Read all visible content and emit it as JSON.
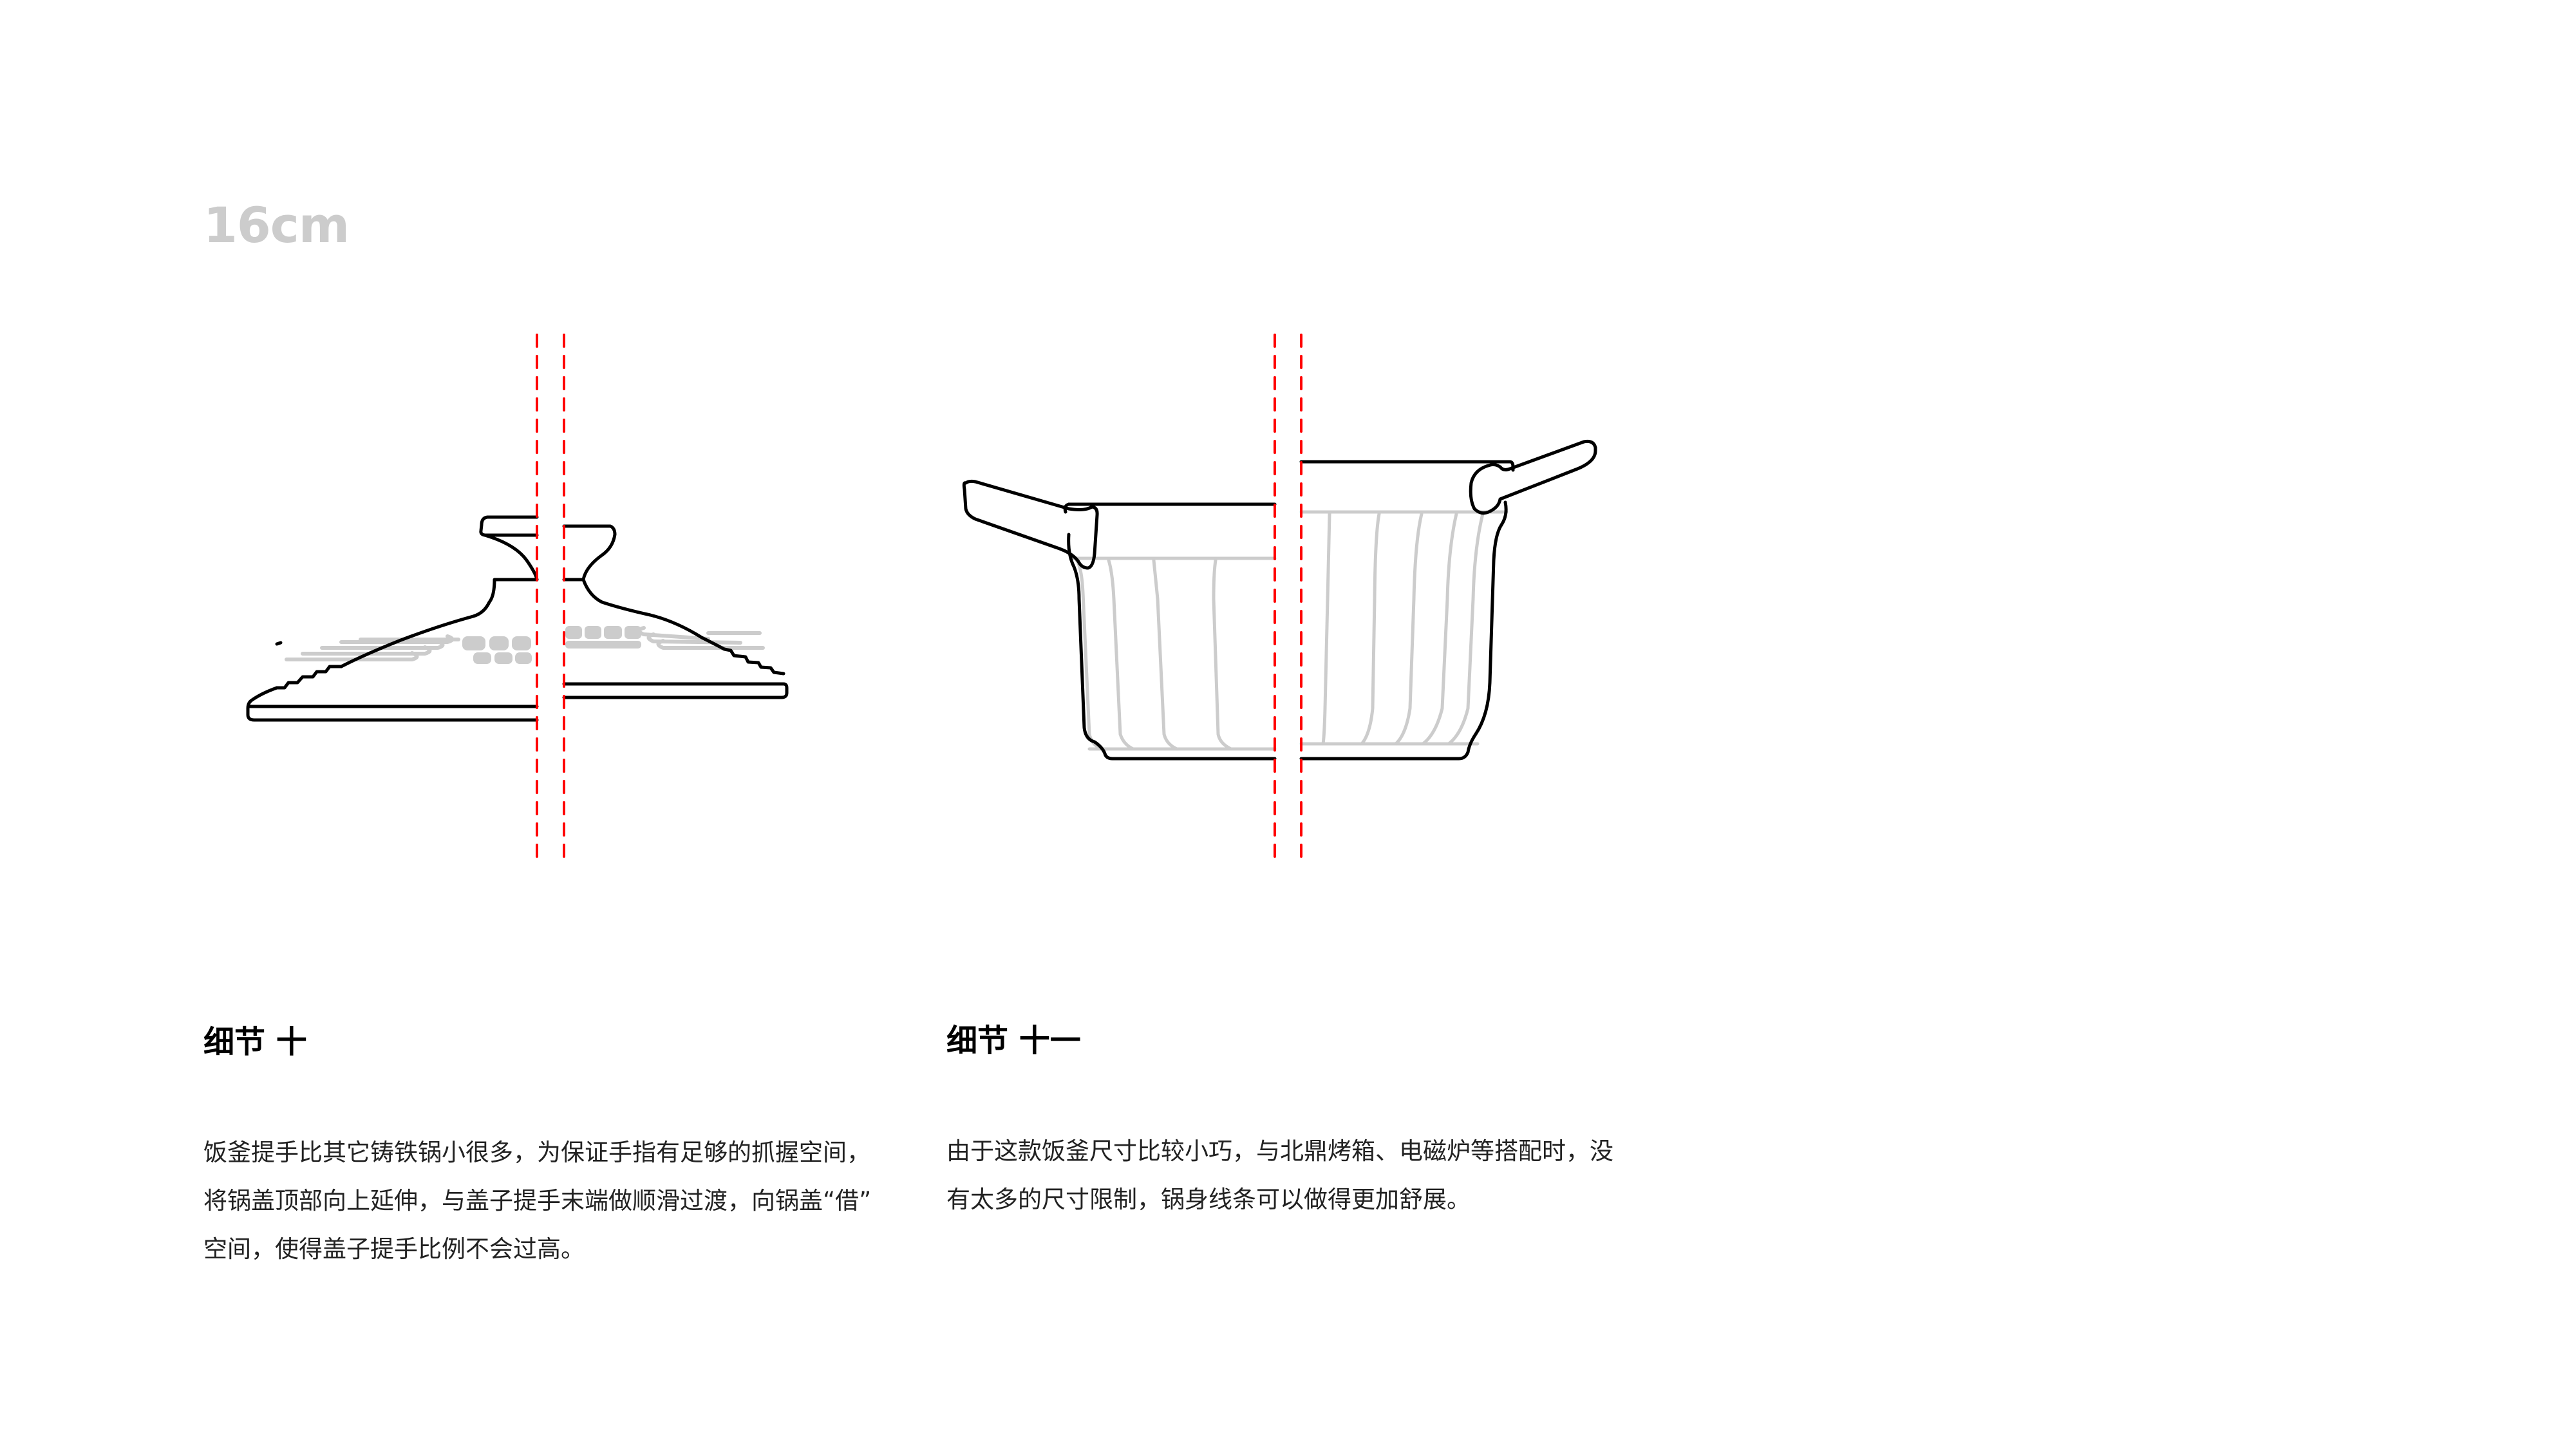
{
  "page": {
    "size_label": "16cm",
    "background": "#ffffff",
    "colors": {
      "outline": "#000000",
      "detail_lines": "#cccccc",
      "guide_lines": "#ff0000",
      "size_label": "#cccccc",
      "body_text": "#222222"
    }
  },
  "figures": {
    "lid": {
      "name": "lid-comparison-drawing",
      "logo_mark": "embossed-logo-icon"
    },
    "pot": {
      "name": "pot-comparison-drawing"
    }
  },
  "details": [
    {
      "title": "细节 十",
      "lines": [
        "饭釜提手比其它铸铁锅小很多，为保证手指有足够的抓握空间，",
        "将锅盖顶部向上延伸，与盖子提手末端做顺滑过渡，向锅盖“借”",
        "空间，使得盖子提手比例不会过高。"
      ]
    },
    {
      "title": "细节 十一",
      "lines": [
        "由于这款饭釜尺寸比较小巧，与北鼎烤箱、电磁炉等搭配时，没",
        "有太多的尺寸限制，锅身线条可以做得更加舒展。"
      ]
    }
  ]
}
